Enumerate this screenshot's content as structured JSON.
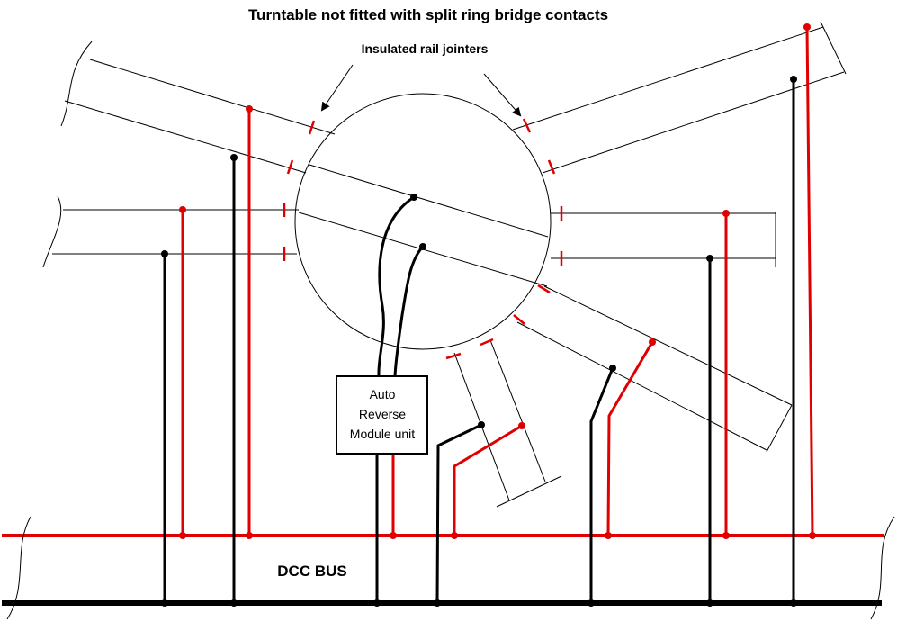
{
  "title": "Turntable not fitted with split ring bridge contacts",
  "jointer_note": "Insulated rail jointers",
  "module": {
    "line1": "Auto",
    "line2": "Reverse",
    "line3": "Module unit"
  },
  "bus_label": "DCC BUS",
  "colors": {
    "red_wire": "#e00000",
    "black_wire": "#000000"
  }
}
